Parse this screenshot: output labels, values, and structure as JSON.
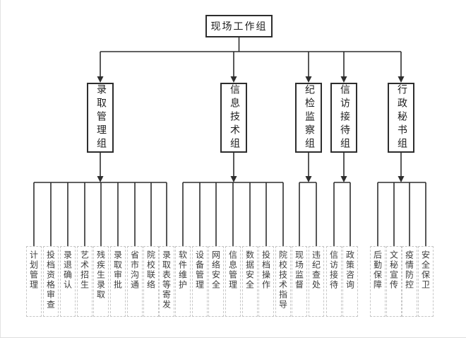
{
  "diagram": {
    "root": {
      "label": "现场工作组"
    },
    "groups": [
      {
        "label": "录取管理组",
        "children": [
          "计划管理",
          "投档资格审查",
          "录退确认",
          "艺术招生",
          "残疾生录取",
          "录取审批",
          "省市沟通",
          "院校联络",
          "录取表等寄发"
        ]
      },
      {
        "label": "信息技术组",
        "children": [
          "软件维护",
          "设备管理",
          "网络安全",
          "信息管理",
          "数据安全",
          "投档操作",
          "院校技术指导"
        ]
      },
      {
        "label": "纪检监察组",
        "children": [
          "现场监督",
          "违纪查处"
        ]
      },
      {
        "label": "信访接待组",
        "children": [
          "信访接待",
          "政策咨询"
        ]
      },
      {
        "label": "行政秘书组",
        "children": [
          "后勤保障",
          "文秘宣传",
          "疫情防控",
          "安全保卫"
        ]
      }
    ],
    "colors": {
      "line": "#2e2e2e",
      "box_border": "#2d2d2d",
      "leaf_border": "#c6c6c6",
      "text": "#1e1e1e",
      "leaf_text": "#3d3d3d",
      "background": "#ffffff"
    }
  }
}
